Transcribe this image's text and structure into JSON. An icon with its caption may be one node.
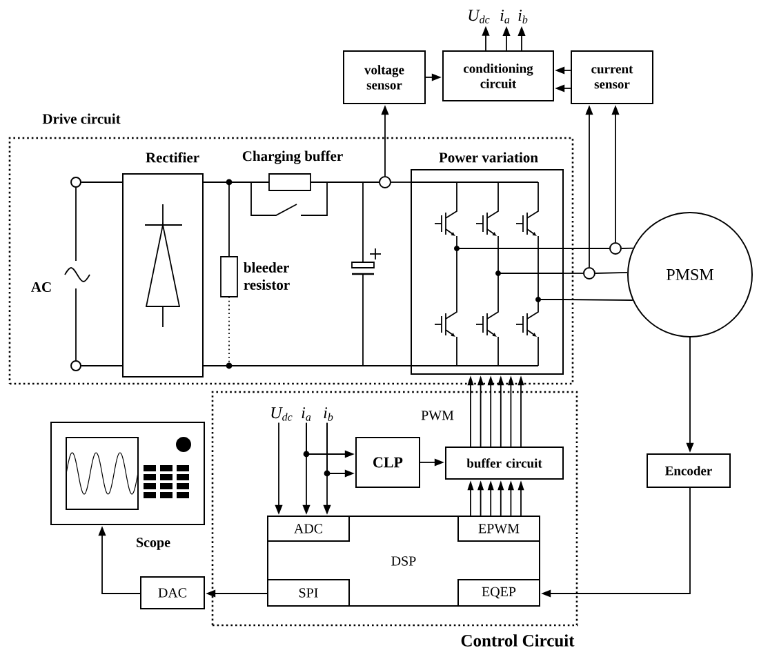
{
  "diagram": {
    "nodes": [
      {
        "text": [
          "Drive circuit"
        ]
      },
      {
        "text": [
          "Rectifier"
        ],
        "in": 0
      },
      {
        "text": [
          "Power variation"
        ],
        "in": 0
      },
      {
        "text": [
          "PMSM"
        ]
      },
      {
        "text": [
          "voltage sensor"
        ]
      },
      {
        "text": [
          "conditioning circuit"
        ]
      },
      {
        "text": [
          "current sensor"
        ]
      },
      {
        "text": [
          "Control Circuit"
        ]
      },
      {
        "text": [
          "CLP"
        ],
        "in": 7
      },
      {
        "text": [
          "buffer circuit"
        ],
        "in": 7
      },
      {
        "text": [
          "DSP"
        ],
        "in": 7
      },
      {
        "text": [
          "ADC"
        ],
        "in": 10
      },
      {
        "text": [
          "EPWM"
        ],
        "in": 10
      },
      {
        "text": [
          "SPI"
        ],
        "in": 10
      },
      {
        "text": [
          "EQEP"
        ],
        "in": 10
      },
      {
        "text": [
          "Encoder"
        ]
      },
      {
        "text": [
          "DAC"
        ]
      },
      {
        "text": [
          "Scope"
        ]
      },
      {
        "text": [],
        "shape": "circle",
        "in": 0
      },
      {
        "text": [],
        "shape": "circle"
      },
      {
        "text": [],
        "shape": "circle"
      },
      {
        "text": [
          "U$_{dc}$"
        ]
      },
      {
        "text": [
          "i$_{a}$"
        ]
      },
      {
        "text": [
          "i$_{b}$"
        ]
      },
      {
        "text": [
          "U$_{dc}$"
        ],
        "in": 7
      },
      {
        "text": [
          "i$_{a}$"
        ],
        "in": 7
      },
      {
        "text": [
          "i$_{b}$"
        ],
        "in": 7
      },
      {
        "text": [],
        "shape": "circle",
        "in": 0
      },
      {
        "text": [],
        "shape": "circle",
        "in": 0
      }
    ],
    "edges": [
      {
        "from": 4,
        "to": 5,
        "arrow": "to"
      },
      {
        "from": 6,
        "to": 5,
        "arrow": "to"
      },
      {
        "from": 6,
        "to": 5,
        "arrow": "to"
      },
      {
        "from": 5,
        "to": 21,
        "arrow": "to"
      },
      {
        "from": 5,
        "to": 22,
        "arrow": "to"
      },
      {
        "from": 5,
        "to": 23,
        "arrow": "to"
      },
      {
        "from": 18,
        "to": 4,
        "arrow": "to"
      },
      {
        "from": 20,
        "to": 6,
        "arrow": "to"
      },
      {
        "from": 19,
        "to": 6,
        "arrow": "to"
      },
      {
        "from": 2,
        "to": 19,
        "arrow": "none"
      },
      {
        "from": 19,
        "to": 3,
        "arrow": "none"
      },
      {
        "from": 2,
        "to": 20,
        "arrow": "none"
      },
      {
        "from": 20,
        "to": 3,
        "arrow": "none"
      },
      {
        "from": 2,
        "to": 3,
        "arrow": "none"
      },
      {
        "from": 3,
        "to": 15,
        "arrow": "to"
      },
      {
        "from": 15,
        "to": 14,
        "arrow": "to"
      },
      {
        "from": 13,
        "to": 16,
        "arrow": "to"
      },
      {
        "from": 16,
        "to": 17,
        "arrow": "to"
      },
      {
        "from": 9,
        "to": 2,
        "arrow": "to"
      },
      {
        "from": 9,
        "to": 2,
        "arrow": "to"
      },
      {
        "from": 9,
        "to": 2,
        "arrow": "to"
      },
      {
        "from": 9,
        "to": 2,
        "arrow": "to"
      },
      {
        "from": 9,
        "to": 2,
        "arrow": "to"
      },
      {
        "from": 9,
        "to": 2,
        "arrow": "to"
      },
      {
        "from": 12,
        "to": 9,
        "arrow": "to"
      },
      {
        "from": 12,
        "to": 9,
        "arrow": "to"
      },
      {
        "from": 12,
        "to": 9,
        "arrow": "to"
      },
      {
        "from": 12,
        "to": 9,
        "arrow": "to"
      },
      {
        "from": 12,
        "to": 9,
        "arrow": "to"
      },
      {
        "from": 12,
        "to": 9,
        "arrow": "to"
      },
      {
        "from": 8,
        "to": 9,
        "arrow": "to"
      },
      {
        "from": 24,
        "to": 11,
        "arrow": "to"
      },
      {
        "from": 25,
        "to": 11,
        "arrow": "to"
      },
      {
        "from": 26,
        "to": 11,
        "arrow": "to"
      },
      {
        "from": 25,
        "to": 8,
        "arrow": "to"
      },
      {
        "from": 26,
        "to": 8,
        "arrow": "to"
      },
      {
        "from": 1,
        "to": 18,
        "arrow": "none"
      },
      {
        "from": 18,
        "to": 2,
        "arrow": "none"
      },
      {
        "from": 1,
        "to": 2,
        "arrow": "none"
      },
      {
        "from": 27,
        "to": 1,
        "arrow": "none"
      },
      {
        "from": 28,
        "to": 1,
        "arrow": "none"
      }
    ],
    "labels": [
      "Charging buffer",
      "AC",
      "bleeder resistor",
      "PWM"
    ]
  }
}
